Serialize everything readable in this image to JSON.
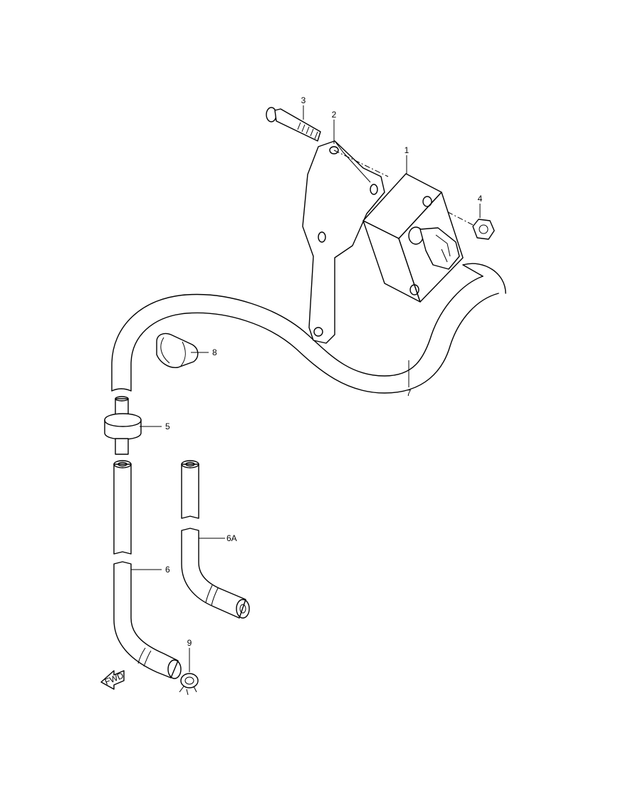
{
  "callouts": {
    "c1": "1",
    "c2": "2",
    "c3": "3",
    "c4": "4",
    "c5": "5",
    "c6": "6",
    "c6a": "6A",
    "c7": "7",
    "c8": "8",
    "c9": "9"
  },
  "direction_badge": {
    "text": "FWD"
  }
}
